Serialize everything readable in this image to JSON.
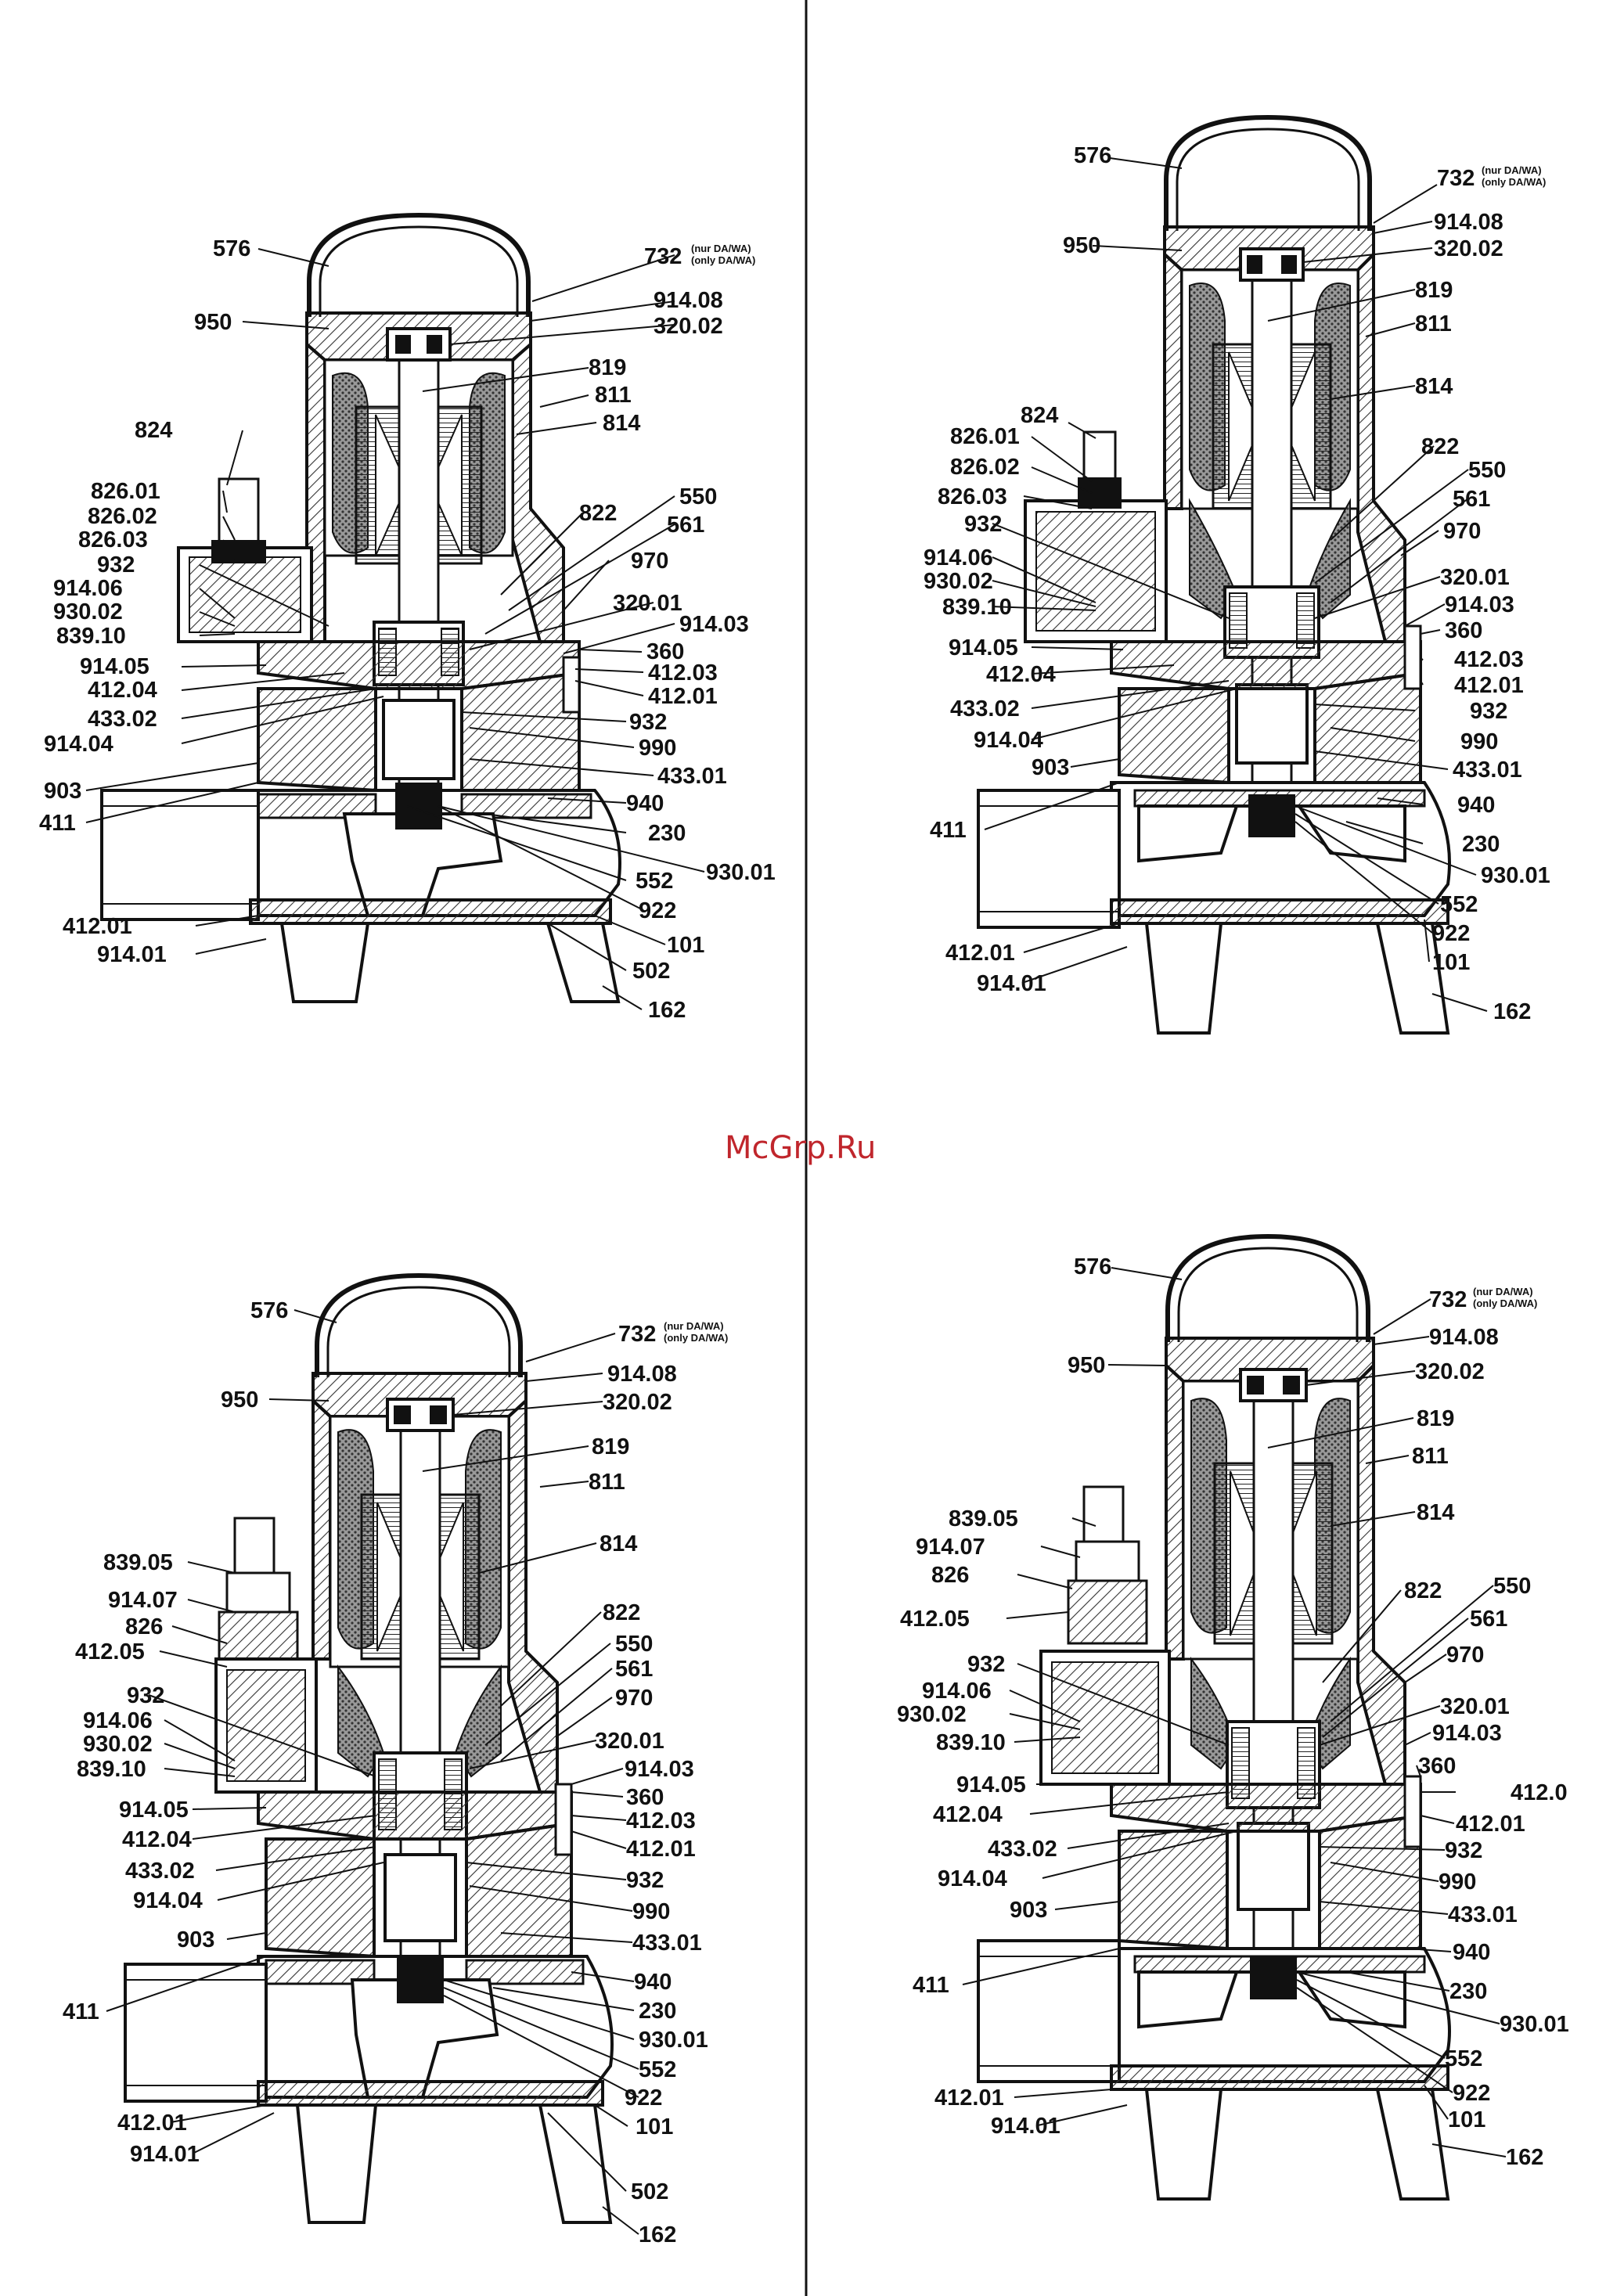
{
  "watermark": "McGrp.Ru",
  "colors": {
    "line": "#111111",
    "hatch": "#333333",
    "watermark": "#c0262c",
    "background": "#ffffff"
  },
  "note_nur": "(nur DA/WA)",
  "note_only": "(only DA/WA)",
  "panels": [
    {
      "id": "top-left",
      "labels": [
        "576",
        "732",
        "914.08",
        "950",
        "320.02",
        "819",
        "811",
        "814",
        "824",
        "826.01",
        "826.02",
        "826.03",
        "932",
        "914.06",
        "930.02",
        "839.10",
        "550",
        "561",
        "822",
        "970",
        "320.01",
        "914.03",
        "360",
        "914.05",
        "412.04",
        "412.03",
        "412.01",
        "433.02",
        "914.04",
        "932",
        "990",
        "433.01",
        "903",
        "940",
        "411",
        "230",
        "552",
        "930.01",
        "922",
        "412.01",
        "914.01",
        "101",
        "502",
        "162"
      ]
    },
    {
      "id": "top-right",
      "labels": [
        "576",
        "732",
        "914.08",
        "950",
        "320.02",
        "819",
        "811",
        "814",
        "824",
        "826.01",
        "826.02",
        "826.03",
        "932",
        "914.06",
        "930.02",
        "839.10",
        "822",
        "550",
        "561",
        "970",
        "320.01",
        "914.03",
        "360",
        "914.05",
        "412.04",
        "412.03",
        "412.01",
        "433.02",
        "914.04",
        "932",
        "990",
        "903",
        "433.01",
        "940",
        "411",
        "230",
        "930.01",
        "552",
        "922",
        "412.01",
        "914.01",
        "101",
        "162"
      ]
    },
    {
      "id": "bottom-left",
      "labels": [
        "576",
        "732",
        "914.08",
        "950",
        "320.02",
        "819",
        "811",
        "839.05",
        "914.07",
        "826",
        "412.05",
        "814",
        "822",
        "550",
        "561",
        "932",
        "914.06",
        "930.02",
        "839.10",
        "970",
        "320.01",
        "914.03",
        "360",
        "914.05",
        "412.04",
        "412.03",
        "412.01",
        "433.02",
        "914.04",
        "932",
        "990",
        "903",
        "433.01",
        "940",
        "411",
        "230",
        "930.01",
        "552",
        "922",
        "412.01",
        "914.01",
        "101",
        "502",
        "162"
      ]
    },
    {
      "id": "bottom-right",
      "labels": [
        "576",
        "732",
        "914.08",
        "950",
        "320.02",
        "819",
        "811",
        "839.05",
        "914.07",
        "826",
        "412.05",
        "814",
        "822",
        "550",
        "561",
        "932",
        "914.06",
        "930.02",
        "839.10",
        "970",
        "320.01",
        "914.03",
        "360",
        "914.05",
        "412.0",
        "412.04",
        "412.01",
        "433.02",
        "932",
        "914.04",
        "990",
        "903",
        "433.01",
        "940",
        "411",
        "230",
        "930.01",
        "552",
        "922",
        "412.01",
        "914.01",
        "101",
        "162"
      ]
    }
  ]
}
